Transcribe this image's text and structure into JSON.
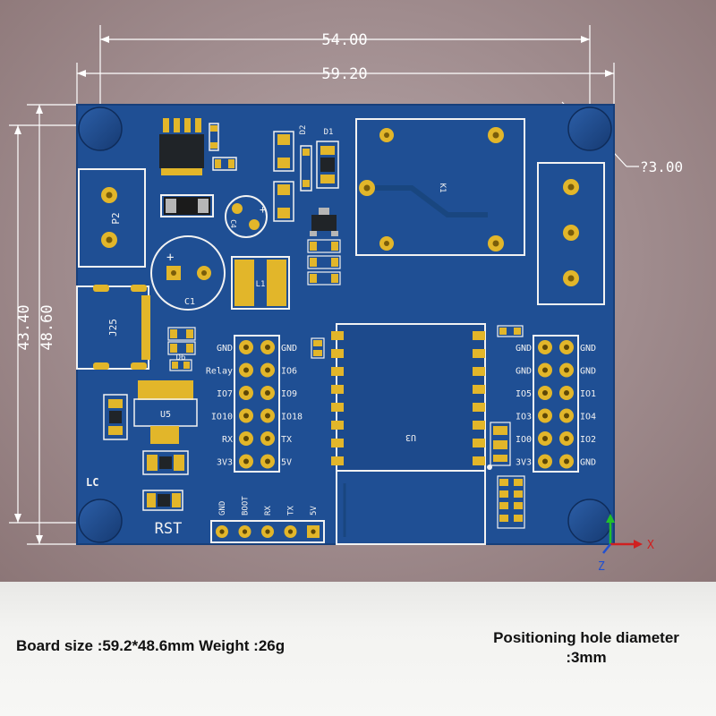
{
  "dimensions": {
    "width_top": "54.00",
    "width_total": "59.20",
    "height_inner": "43.40",
    "height_total": "48.60",
    "hole_diameter": "?3.00"
  },
  "labels": {
    "p2": "P2",
    "c4": "C4",
    "c1": "C1",
    "plus": "+",
    "l1": "L1",
    "j25": "J25",
    "d6": "D6",
    "d2": "D2",
    "d1": "D1",
    "k1": "K1",
    "u5": "U5",
    "u3": "U3",
    "lc": "LC",
    "rst": "RST"
  },
  "left_header": {
    "left_labels": [
      "GND",
      "Relay",
      "IO7",
      "IO10",
      "RX",
      "3V3"
    ],
    "right_labels": [
      "GND",
      "IO6",
      "IO9",
      "IO18",
      "TX",
      "5V"
    ]
  },
  "right_header": {
    "left_labels": [
      "GND",
      "GND",
      "IO5",
      "IO3",
      "IO0",
      "3V3"
    ],
    "right_labels": [
      "GND",
      "GND",
      "IO1",
      "IO4",
      "IO2",
      "GND"
    ]
  },
  "bottom_header": {
    "labels": [
      "GND",
      "BOOT",
      "RX",
      "TX",
      "5V"
    ]
  },
  "axes": {
    "x": "X",
    "z": "Z"
  },
  "captions": {
    "board": "Board size :59.2*48.6mm Weight :26g",
    "hole_line1": "Positioning hole diameter",
    "hole_line2": ":3mm"
  },
  "colors": {
    "pcb": "#1f4f94",
    "pcb_dark": "#173f7a",
    "pad_gold": "#e2b62a",
    "silkscreen": "#f2f2f2"
  }
}
